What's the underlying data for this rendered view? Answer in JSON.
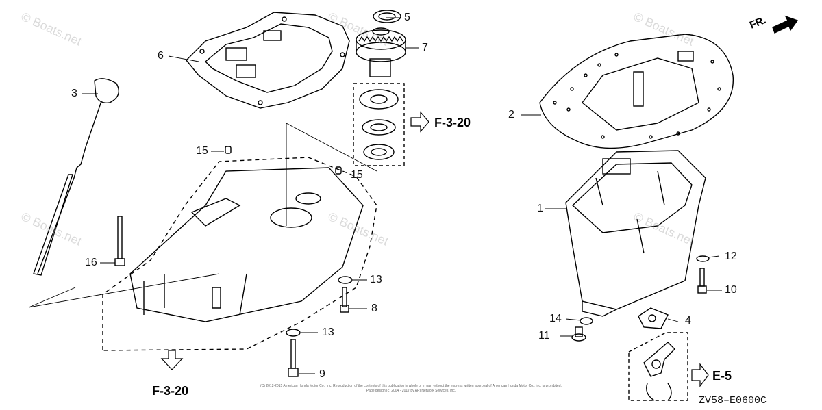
{
  "callouts": {
    "c1": "1",
    "c2": "2",
    "c3": "3",
    "c4": "4",
    "c5": "5",
    "c6": "6",
    "c7": "7",
    "c8": "8",
    "c9": "9",
    "c10": "10",
    "c11": "11",
    "c12": "12",
    "c13a": "13",
    "c13b": "13",
    "c14": "14",
    "c15a": "15",
    "c15b": "15",
    "c16": "16"
  },
  "refs": {
    "f320_top": "F-3-20",
    "f320_bottom": "F-3-20",
    "e5": "E-5"
  },
  "direction_label": "FR.",
  "diagram_code": "ZV58–E0600C",
  "watermark_text": "© Boats.net",
  "copyright_line1": "(C) 2012-2015 American Honda Motor Co., Inc. Reproduction of the contents of this publication in whole or in part without the express written approval of American Honda Motor Co., Inc. is prohibited.",
  "copyright_line2": "Page design (c) 2004 - 2017 by ARI Network Services, Inc.",
  "colors": {
    "line": "#000000",
    "watermark": "#b0b0b0"
  }
}
